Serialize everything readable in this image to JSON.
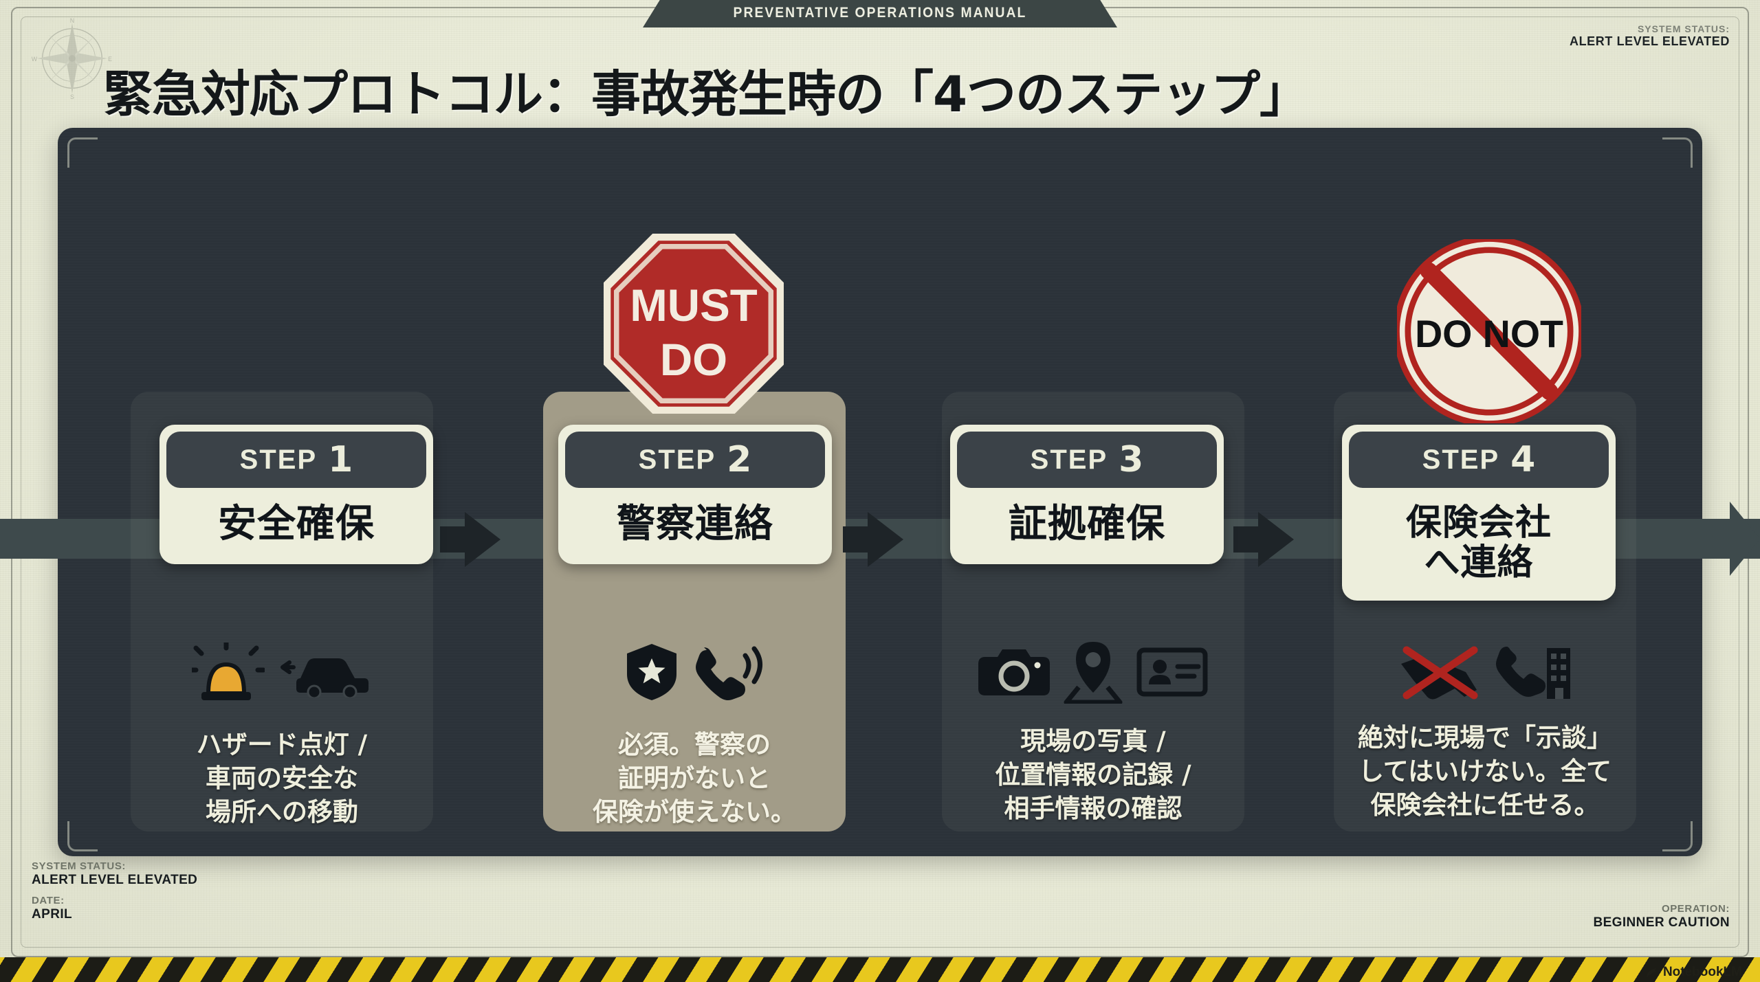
{
  "header": {
    "banner_label": "PREVENTATIVE OPERATIONS MANUAL",
    "status_label": "SYSTEM STATUS:",
    "status_value": "ALERT LEVEL ELEVATED"
  },
  "title": "緊急対応プロトコル：事故発生時の「4つのステップ」",
  "badges": {
    "must_do_line1": "MUST",
    "must_do_line2": "DO",
    "do_not": "DO NOT"
  },
  "steps": [
    {
      "step_label": "STEP",
      "step_number": "1",
      "title": "安全確保",
      "caption": "ハザード点灯 /\n車両の安全な\n場所への移動",
      "icons": [
        "hazard-light-icon",
        "car-icon"
      ],
      "highlight": false
    },
    {
      "step_label": "STEP",
      "step_number": "2",
      "title": "警察連絡",
      "caption": "必須。警察の\n証明がないと\n保険が使えない。",
      "icons": [
        "police-badge-icon",
        "phone-ringing-icon"
      ],
      "highlight": true
    },
    {
      "step_label": "STEP",
      "step_number": "3",
      "title": "証拠確保",
      "caption": "現場の写真 /\n位置情報の記録 /\n相手情報の確認",
      "icons": [
        "camera-icon",
        "location-pin-icon",
        "id-card-icon"
      ],
      "highlight": false
    },
    {
      "step_label": "STEP",
      "step_number": "4",
      "title": "保険会社\nへ連絡",
      "caption": "絶対に現場で「示談」\nしてはいけない。全て\n保険会社に任せる。",
      "icons": [
        "no-handshake-icon",
        "phone-building-icon"
      ],
      "highlight": false
    }
  ],
  "footer": {
    "left_status_label": "SYSTEM STATUS:",
    "left_status_value": "ALERT LEVEL ELEVATED",
    "left_date_label": "DATE:",
    "left_date_value": "APRIL",
    "right_label": "OPERATION:",
    "right_value": "BEGINNER CAUTION",
    "watermark": "NotebookLM"
  },
  "colors": {
    "paper": "#eceedd",
    "panel": "#2b3239",
    "accent_tan": "#a29c88",
    "alert_red": "#b02b28",
    "hazard_yellow": "#e8c81e",
    "card": "#edeedc"
  }
}
